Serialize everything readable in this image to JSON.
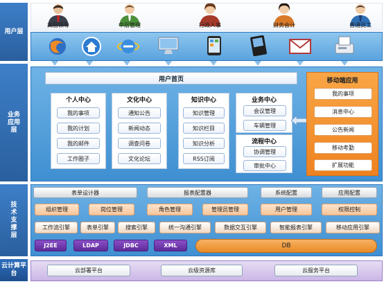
{
  "layers": {
    "user": "用户层",
    "business": "业务应用层",
    "tech": "技术支撑层",
    "cloud": "云计算平台"
  },
  "users": [
    {
      "label": "高层领导",
      "icon": "executive-icon"
    },
    {
      "label": "中层管理",
      "icon": "manager-icon"
    },
    {
      "label": "行政人事",
      "icon": "hr-staff-icon"
    },
    {
      "label": "财务会计",
      "icon": "accountant-icon"
    },
    {
      "label": "普通员工",
      "icon": "employee-icon"
    }
  ],
  "devices": [
    "firefox-icon",
    "home-icon",
    "ie-browser-icon",
    "monitor-icon",
    "tablet-icon",
    "smartphone-icon",
    "email-icon",
    "fax-icon"
  ],
  "business": {
    "homepage": "用户首页",
    "modules": [
      {
        "title": "个人中心",
        "items": [
          "我的事项",
          "我的计划",
          "我的邮件",
          "工作圈子"
        ]
      },
      {
        "title": "文化中心",
        "items": [
          "通知公告",
          "新闻动态",
          "调查问卷",
          "文化论坛"
        ]
      },
      {
        "title": "知识中心",
        "items": [
          "知识管理",
          "知识栏目",
          "知识分析",
          "RSS订阅"
        ]
      }
    ],
    "biz_center": {
      "title": "业务中心",
      "items": [
        "会议管理",
        "车辆管理"
      ]
    },
    "flow_center": {
      "title": "流程中心",
      "items": [
        "协调管理",
        "审批中心"
      ]
    },
    "mobile": {
      "title": "移动端应用",
      "items": [
        "我的事项",
        "消息中心",
        "公告新闻",
        "移动考勤",
        "扩展功能"
      ]
    }
  },
  "tech": {
    "designers": [
      "表单设计器",
      "报表配置器",
      "系统配置",
      "应用配置"
    ],
    "management": [
      "组织管理",
      "岗位管理",
      "角色管理",
      "管理员管理",
      "用户管理",
      "权限控制"
    ],
    "engines": [
      "工作流引擎",
      "表单引擎",
      "搜索引擎",
      "统一沟通引擎",
      "数据交互引擎",
      "智能报表引擎",
      "移动应用引擎"
    ],
    "standards": [
      "J2EE",
      "LDAP",
      "JDBC",
      "XML"
    ],
    "db": "DB"
  },
  "cloud": {
    "items": [
      "云部署平台",
      "云级资源库",
      "云服务平台"
    ]
  },
  "colors": {
    "layer_blue": "#2a5f9e",
    "band_blue": "#4f9bd8",
    "mobile_orange": "#f08a24",
    "standards_purple": "#6a33a8",
    "db_orange": "#ef9135"
  }
}
